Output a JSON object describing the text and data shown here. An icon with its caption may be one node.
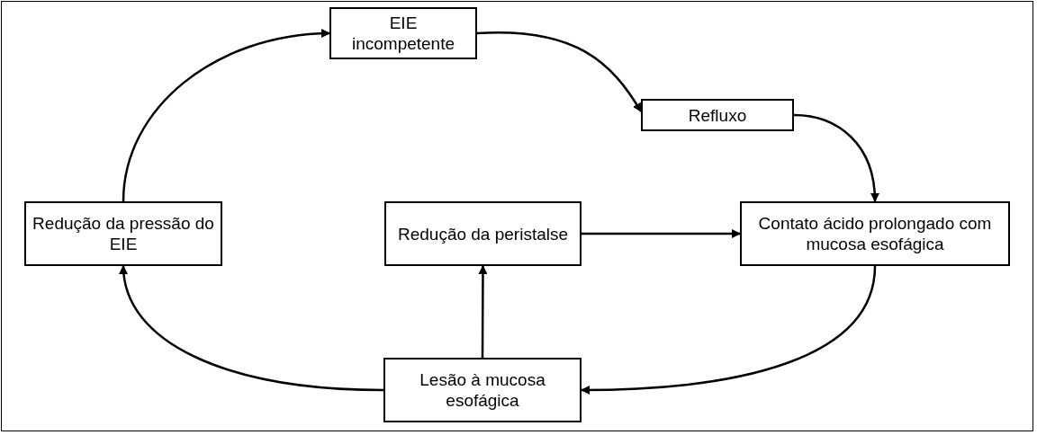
{
  "diagram": {
    "nodes": [
      {
        "text": [
          "EIE incompetente"
        ]
      },
      {
        "text": [
          "Refluxo"
        ]
      },
      {
        "text": [
          "Redução da pressão do EIE"
        ]
      },
      {
        "text": [
          "Redução da peristalse"
        ]
      },
      {
        "text": [
          "Contato ácido prolongado com mucosa esofágica"
        ]
      },
      {
        "text": [
          "Lesão à mucosa esofágica"
        ]
      }
    ],
    "edges": [
      {
        "from": 2,
        "to": 0,
        "arrow": "to"
      },
      {
        "from": 0,
        "to": 1,
        "arrow": "to"
      },
      {
        "from": 1,
        "to": 4,
        "arrow": "to"
      },
      {
        "from": 3,
        "to": 4,
        "arrow": "to"
      },
      {
        "from": 4,
        "to": 5,
        "arrow": "to"
      },
      {
        "from": 5,
        "to": 3,
        "arrow": "to"
      },
      {
        "from": 5,
        "to": 2,
        "arrow": "to"
      }
    ]
  }
}
